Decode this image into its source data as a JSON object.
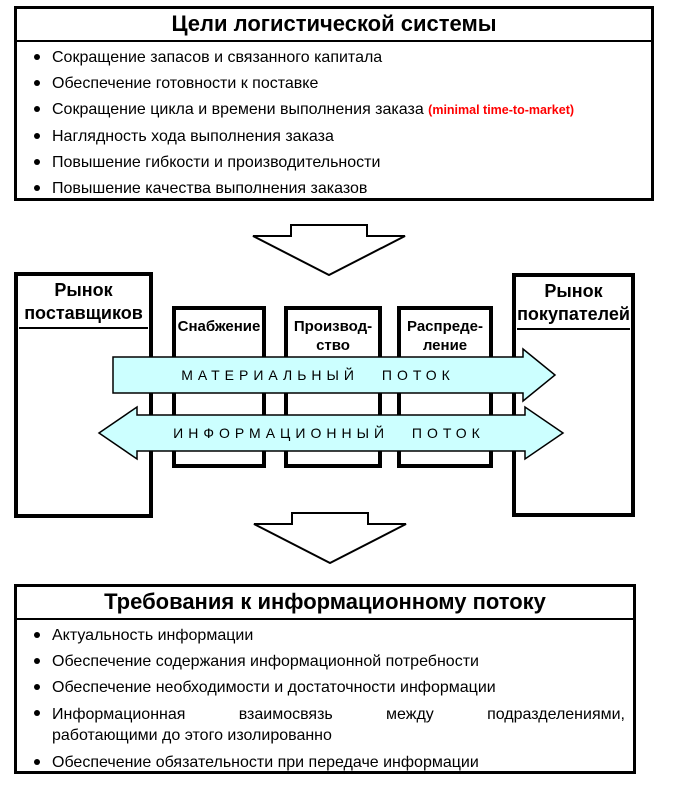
{
  "goals": {
    "title": "Цели логистической системы",
    "items": [
      {
        "text": "Сокращение запасов и связанного капитала"
      },
      {
        "text": "Обеспечение готовности к поставке"
      },
      {
        "text": "Сокращение цикла и времени выполнения заказа",
        "suffix": "(minimal time-to-market)"
      },
      {
        "text": "Наглядность хода выполнения заказа"
      },
      {
        "text": "Повышение гибкости и производительности"
      },
      {
        "text": "Повышение качества выполнения заказов"
      }
    ]
  },
  "diagram": {
    "supplier_market": {
      "line1": "Рынок",
      "line2": "поставщиков"
    },
    "buyer_market": {
      "line1": "Рынок",
      "line2": "покупателей"
    },
    "stages": [
      {
        "line1": "Снабжение",
        "line2": ""
      },
      {
        "line1": "Производ-",
        "line2": "ство"
      },
      {
        "line1": "Распреде-",
        "line2": "ление"
      }
    ],
    "material_flow_label": "МАТЕРИАЛЬНЫЙ ПОТОК",
    "information_flow_label": "ИНФОРМАЦИОННЫЙ ПОТОК"
  },
  "requirements": {
    "title": "Требования к информационному потоку",
    "items": [
      {
        "text": "Актуальность информации"
      },
      {
        "text": "Обеспечение содержания информационной потребности"
      },
      {
        "text": "Обеспечение необходимости и достаточности информации"
      },
      {
        "lines": [
          "Информационная взаимосвязь между подразделениями,",
          "работающими до этого изолированно"
        ]
      },
      {
        "text": "Обеспечение обязательности при передаче информации"
      }
    ]
  },
  "colors": {
    "flow_fill": "#CCFFFF",
    "highlight_red": "#FF0000",
    "border_black": "#000000"
  }
}
